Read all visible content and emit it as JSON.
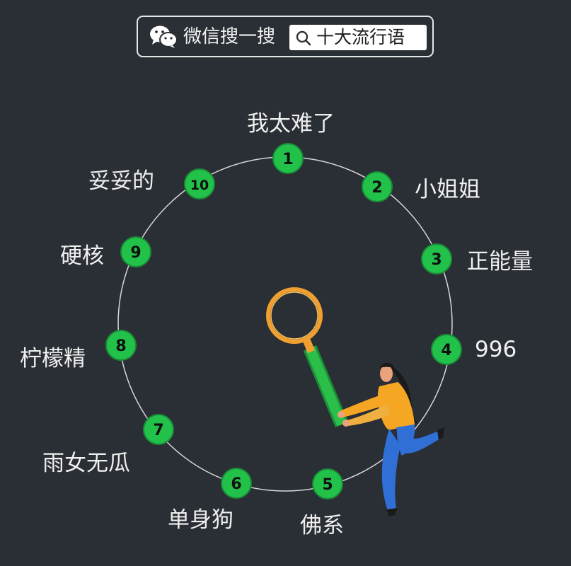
{
  "header": {
    "app_label": "微信搜一搜",
    "search_query": "十大流行语",
    "logo_icon": "wechat-logo-icon",
    "search_icon": "search-icon"
  },
  "terms": [
    {
      "number": "1",
      "term": "我太难了"
    },
    {
      "number": "2",
      "term": "小姐姐"
    },
    {
      "number": "3",
      "term": "正能量"
    },
    {
      "number": "4",
      "term": "996"
    },
    {
      "number": "5",
      "term": "佛系"
    },
    {
      "number": "6",
      "term": "单身狗"
    },
    {
      "number": "7",
      "term": "雨女无瓜"
    },
    {
      "number": "8",
      "term": "柠檬精"
    },
    {
      "number": "9",
      "term": "硬核"
    },
    {
      "number": "10",
      "term": "妥妥的"
    }
  ],
  "colors": {
    "background": "#2a2e35",
    "node_green": "#22c14a",
    "node_ring": "#1a8a36",
    "circle_line": "#d8d8d8",
    "magnifier_ring": "#f0a030",
    "magnifier_handle": "#2bbf4a",
    "figure_shirt": "#f5a623",
    "figure_pants": "#2f6fd6",
    "figure_hair": "#1a1a1a"
  },
  "illustration": {
    "magnifier_icon": "magnifier-icon",
    "figure_icon": "woman-figure-icon"
  }
}
